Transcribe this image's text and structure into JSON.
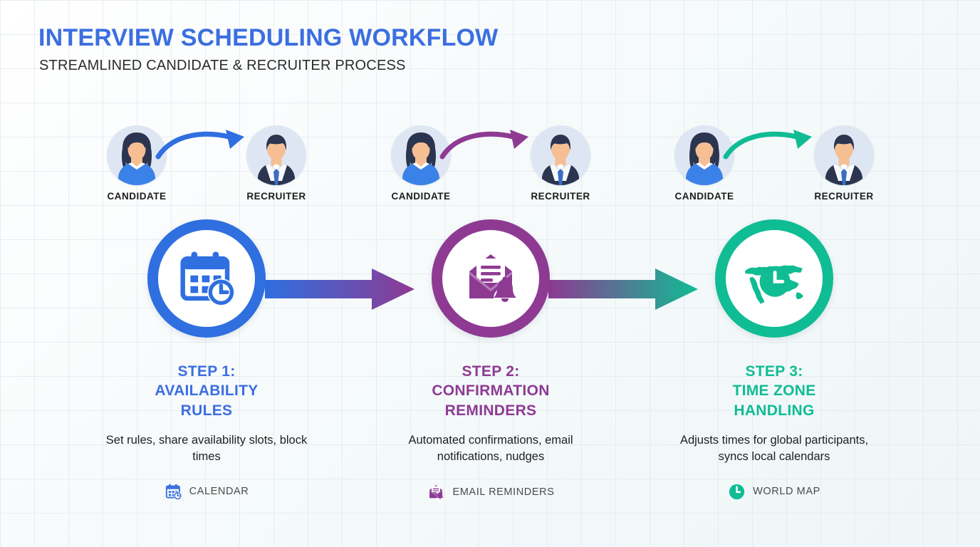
{
  "header": {
    "title": "INTERVIEW SCHEDULING WORKFLOW",
    "subtitle": "STREAMLINED CANDIDATE & RECRUITER PROCESS",
    "title_color": "#3b6fe0",
    "subtitle_color": "#2b2b2b"
  },
  "labels": {
    "candidate": "CANDIDATE",
    "recruiter": "RECRUITER"
  },
  "steps": [
    {
      "title_line1": "STEP 1:",
      "title_line2": "AVAILABILITY",
      "title_line3": "RULES",
      "description": "Set rules, share availability slots, block times",
      "footer_label": "CALENDAR",
      "footer_icon": "calendar-clock-icon",
      "main_icon": "calendar-clock-icon",
      "color": "#2f6fe0",
      "title_color": "#3b6fe0",
      "arrow_icon": "curved-arrow-right-icon"
    },
    {
      "title_line1": "STEP 2:",
      "title_line2": "CONFIRMATION",
      "title_line3": "REMINDERS",
      "description": "Automated confirmations, email notifications, nudges",
      "footer_label": "EMAIL REMINDERS",
      "footer_icon": "envelope-bell-icon",
      "main_icon": "envelope-bell-icon",
      "color": "#8e3a93",
      "title_color": "#8e3a93",
      "arrow_icon": "curved-arrow-right-icon"
    },
    {
      "title_line1": "STEP 3:",
      "title_line2": "TIME ZONE",
      "title_line3": "HANDLING",
      "description": "Adjusts times for global participants, syncs local calendars",
      "footer_label": "WORLD MAP",
      "footer_icon": "clock-icon",
      "main_icon": "world-map-clock-icon",
      "color": "#10bc94",
      "title_color": "#10bc94",
      "arrow_icon": "curved-arrow-right-icon"
    }
  ],
  "connectors": [
    {
      "name": "arrow-step1-to-step2",
      "from_color": "#2f6fe0",
      "to_color": "#8e3a93"
    },
    {
      "name": "arrow-step2-to-step3",
      "from_color": "#8e3a93",
      "to_color": "#10bc94"
    }
  ]
}
